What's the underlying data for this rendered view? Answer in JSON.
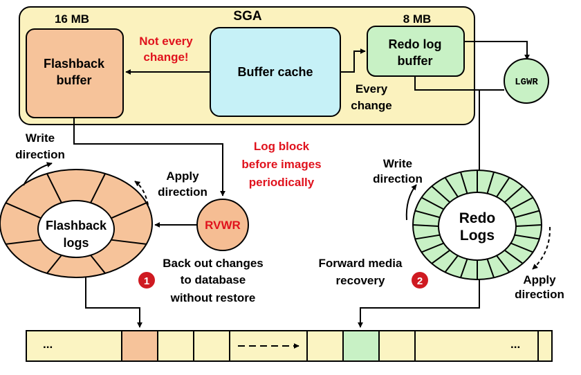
{
  "sga": {
    "title": "SGA",
    "flashback_size": "16 MB",
    "redo_size": "8 MB",
    "flashback_buffer": [
      "Flashback",
      "buffer"
    ],
    "buffer_cache": "Buffer cache",
    "redo_log_buffer": [
      "Redo log",
      "buffer"
    ],
    "not_every_change": [
      "Not every",
      "change!"
    ],
    "every_change": [
      "Every",
      "change"
    ]
  },
  "processes": {
    "lgwr": "LGWR",
    "rvwr": "RVWR"
  },
  "logs": {
    "flashback": [
      "Flashback",
      "logs"
    ],
    "redo": [
      "Redo",
      "Logs"
    ]
  },
  "annotations": {
    "write_direction_left": [
      "Write",
      "direction"
    ],
    "apply_direction_left": [
      "Apply",
      "direction"
    ],
    "log_block": [
      "Log block",
      "before images",
      "periodically"
    ],
    "write_direction_right": [
      "Write",
      "direction"
    ],
    "apply_direction_right": [
      "Apply",
      "direction"
    ],
    "back_out": [
      "Back out changes",
      "to database",
      "without restore"
    ],
    "forward_recovery": [
      "Forward media",
      "recovery"
    ],
    "badge_1": "1",
    "badge_2": "2"
  },
  "datafile": {
    "ellipsis_left": "...",
    "ellipsis_right": "..."
  },
  "colors": {
    "sga_fill": "#fbf2be",
    "flashback_fill": "#f6c39a",
    "cache_fill": "#c6f1f7",
    "redo_fill": "#c8f1c5",
    "rvwr_fill": "#f5bd93",
    "datafile_fill": "#fbf4c2",
    "red_text": "#e0121d",
    "badge": "#cf1a21"
  }
}
